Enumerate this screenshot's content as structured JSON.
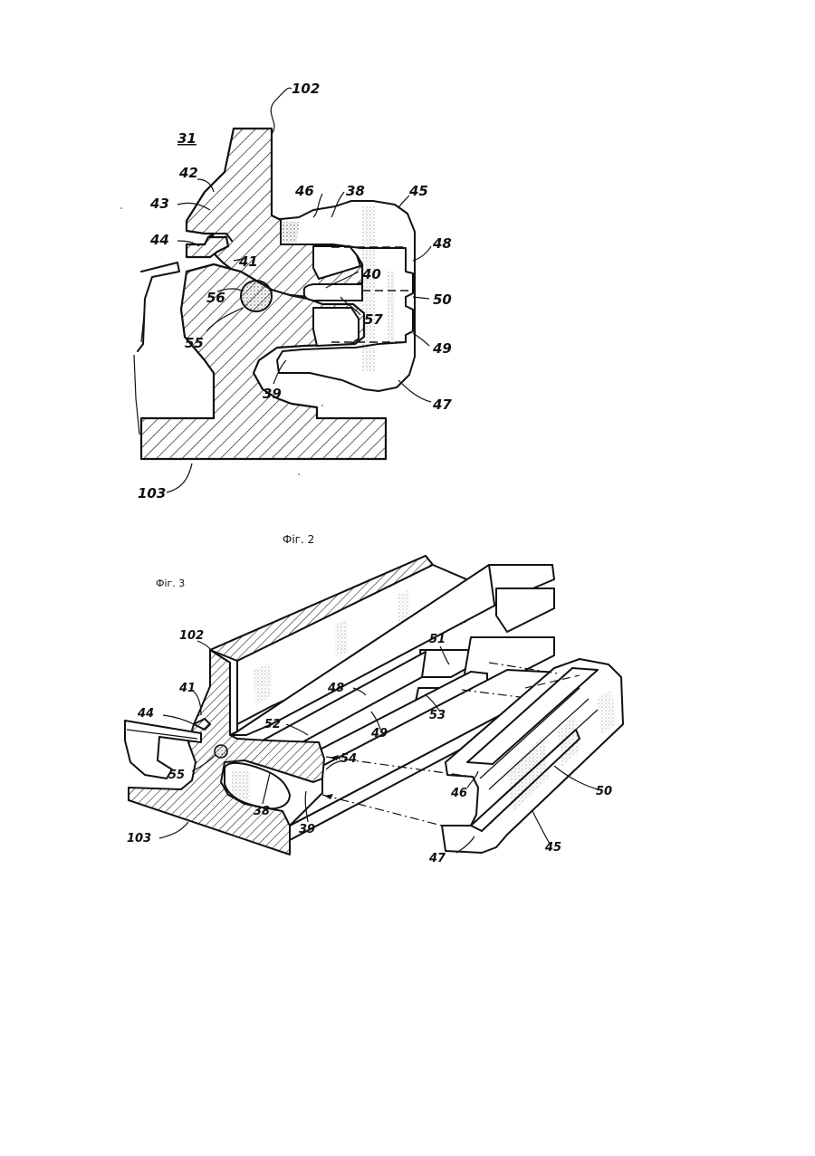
{
  "figure2": {
    "caption": "Фіг. 2",
    "assembly_label": "31",
    "labels": {
      "l102": "102",
      "l103": "103",
      "l38": "38",
      "l39": "39",
      "l40": "40",
      "l41": "41",
      "l42": "42",
      "l43": "43",
      "l44": "44",
      "l45": "45",
      "l46": "46",
      "l47": "47",
      "l48": "48",
      "l49": "49",
      "l50": "50",
      "l55": "55",
      "l56": "56",
      "l57": "57"
    }
  },
  "figure3": {
    "caption": "Фіг. 3",
    "labels": {
      "l102": "102",
      "l41": "41",
      "l44": "44",
      "l55": "55",
      "l103": "103",
      "l38": "38",
      "l39": "39",
      "l48": "48",
      "l49": "49",
      "l51": "51",
      "l52": "52",
      "l53": "53",
      "l54": "54",
      "l46": "46",
      "l47": "47",
      "l50": "50",
      "l45": "45"
    }
  }
}
